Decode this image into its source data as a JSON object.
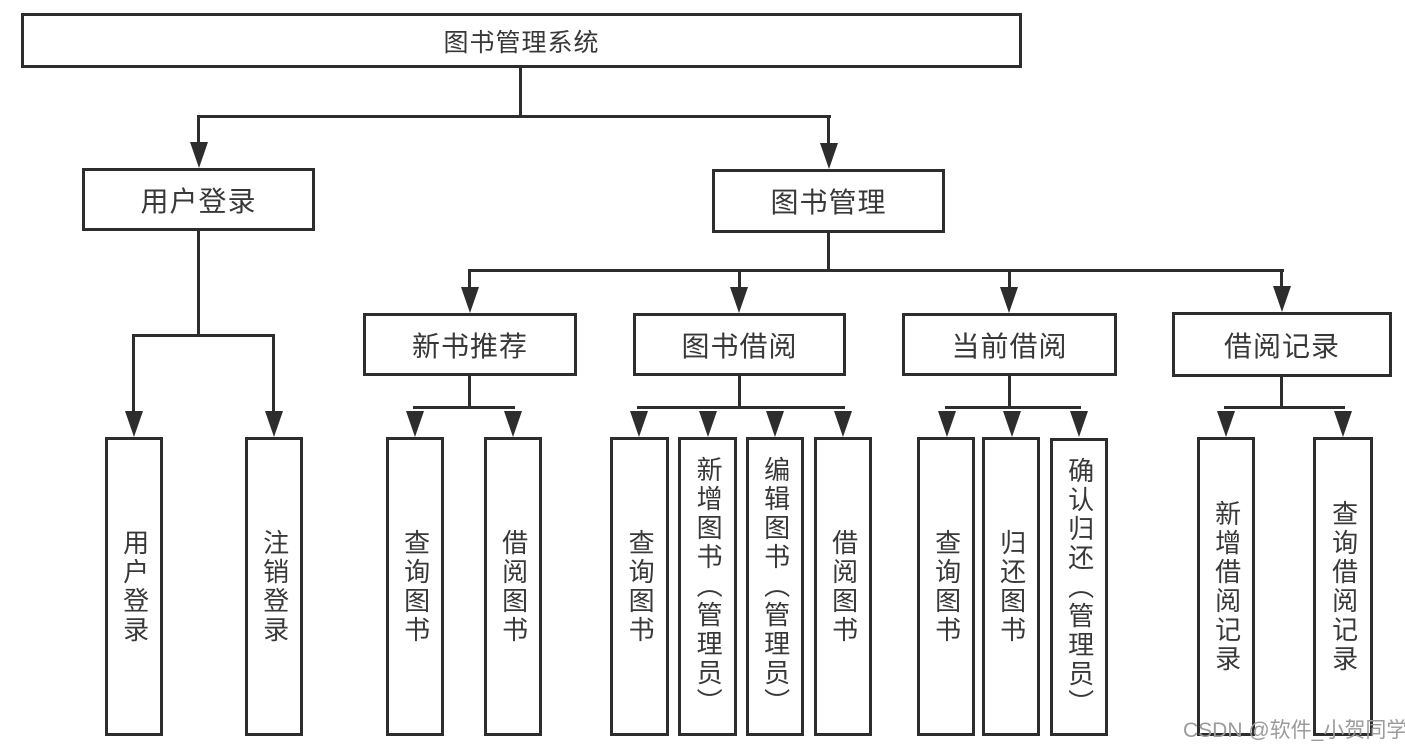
{
  "diagram": {
    "type": "hierarchy-tree",
    "tree": {
      "label": "图书管理系统",
      "children": [
        {
          "label": "用户登录",
          "children": [
            {
              "label": "用户登录"
            },
            {
              "label": "注销登录"
            }
          ]
        },
        {
          "label": "图书管理",
          "children": [
            {
              "label": "新书推荐",
              "children": [
                {
                  "label": "查询图书"
                },
                {
                  "label": "借阅图书"
                }
              ]
            },
            {
              "label": "图书借阅",
              "children": [
                {
                  "label": "查询图书"
                },
                {
                  "label": "新增图书（管理员）"
                },
                {
                  "label": "编辑图书（管理员）"
                },
                {
                  "label": "借阅图书"
                }
              ]
            },
            {
              "label": "当前借阅",
              "children": [
                {
                  "label": "查询图书"
                },
                {
                  "label": "归还图书"
                },
                {
                  "label": "确认归还（管理员）"
                }
              ]
            },
            {
              "label": "借阅记录",
              "children": [
                {
                  "label": "新增借阅记录"
                },
                {
                  "label": "查询借阅记录"
                }
              ]
            }
          ]
        }
      ]
    },
    "colors": {
      "line": "#2d2d2d",
      "text": "#383838",
      "background": "#ffffff",
      "watermark": "#9b9b9b"
    }
  },
  "watermark": {
    "text": "CSDN @软件_小贺同学"
  }
}
